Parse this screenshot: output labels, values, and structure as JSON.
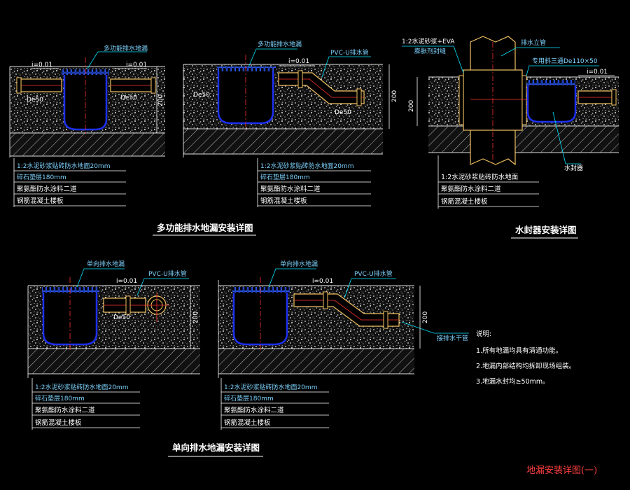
{
  "colors": {
    "background": "#000000",
    "concrete": "#8a8a8a",
    "hatch": "#bdbdbd",
    "pipe": "#f0c060",
    "grate": "#2e5bff",
    "drain_body": "#1c2ff0",
    "red_axis": "#ff3030",
    "title_red": "#ff4040",
    "leader_cyan": "#00e5ff",
    "label_green": "#7dff6a"
  },
  "labels": {
    "multi_drain": "多功能排水地漏",
    "multi_drain_b": "多功能排水地漏",
    "slope": "i=0.01",
    "de50": "De50",
    "pvcu_pipe": "PVC-U排水管",
    "dim_200": "200",
    "cement_mortar": "1:2水泥砂浆+EVA",
    "seal_seam": "膨胀剂封缝",
    "riser": "排水立管",
    "tee": "专用斜三通De110×50",
    "water_seal": "水封器",
    "one_way_drain": "单向排水地漏",
    "one_way_drain_b": "单向排水地漏",
    "to_riser": "接排水干管"
  },
  "layers_a": [
    "1:2水泥砂浆贴砖防水地面20mm",
    "碎石垫层180mm",
    "聚氨酯防水涂料二道",
    "钢筋混凝土楼板"
  ],
  "layers_c": [
    "1:2水泥砂浆贴砖防水地面",
    "聚氨酯防水涂料二道",
    "钢筋混凝土楼板"
  ],
  "titles": {
    "multi": "多功能排水地漏安装详图",
    "water_seal": "水封器安装详图",
    "one_way": "单向排水地漏安装详图",
    "sheet": "地漏安装详图(一)"
  },
  "notes": {
    "heading": "说明:",
    "items": [
      "1.所有地漏均具有清通功能。",
      "2.地漏内部结构均拆卸现场组装。",
      "3.地漏水封均≥50mm。"
    ]
  }
}
